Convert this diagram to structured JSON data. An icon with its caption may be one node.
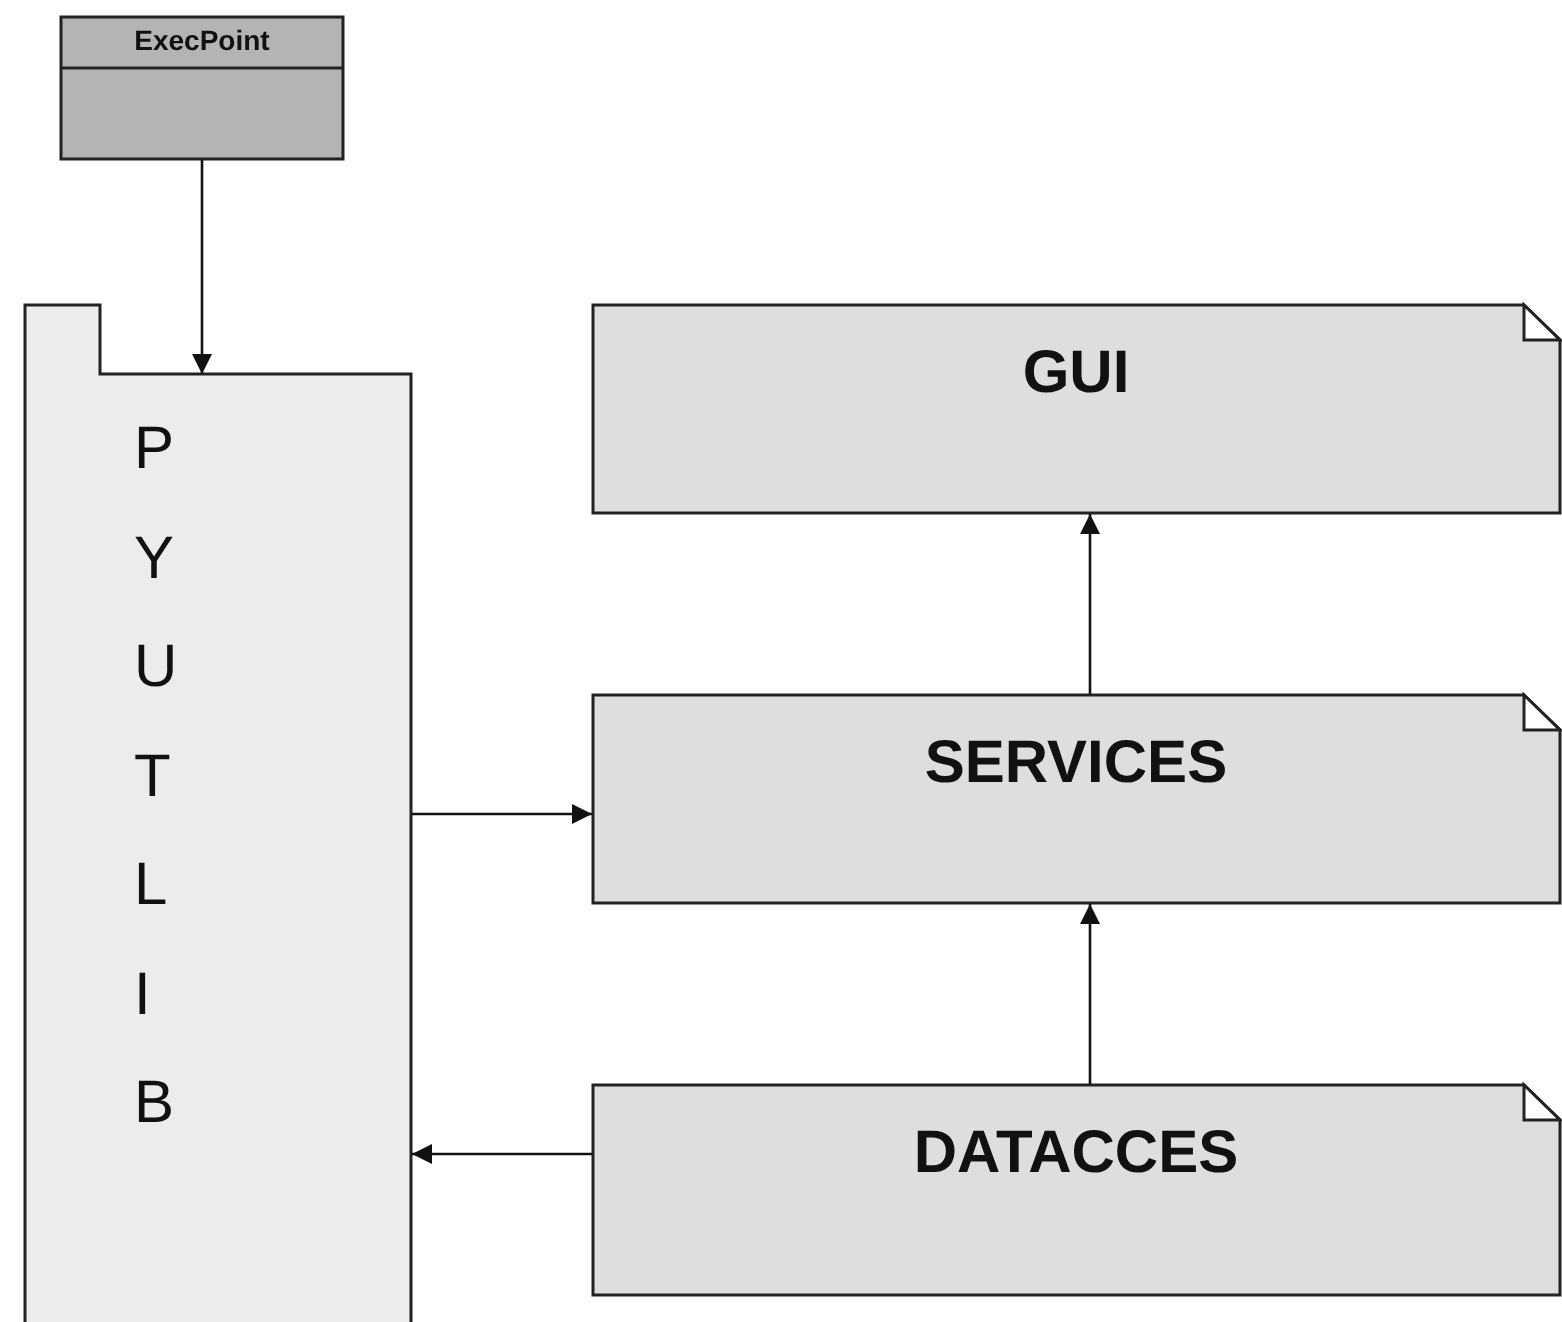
{
  "diagram": {
    "nodes": [
      {
        "text": [
          "ExecPoint"
        ]
      },
      {
        "text": [
          "PYUTLIB"
        ]
      },
      {
        "text": [
          "GUI"
        ]
      },
      {
        "text": [
          "SERVICES"
        ]
      },
      {
        "text": [
          "DATACCES"
        ]
      }
    ],
    "edges": [
      {
        "from": 0,
        "to": 1,
        "arrow": "to"
      },
      {
        "from": 1,
        "to": 3,
        "arrow": "to"
      },
      {
        "from": 3,
        "to": 2,
        "arrow": "to"
      },
      {
        "from": 4,
        "to": 3,
        "arrow": "to"
      },
      {
        "from": 4,
        "to": 1,
        "arrow": "to"
      }
    ]
  }
}
